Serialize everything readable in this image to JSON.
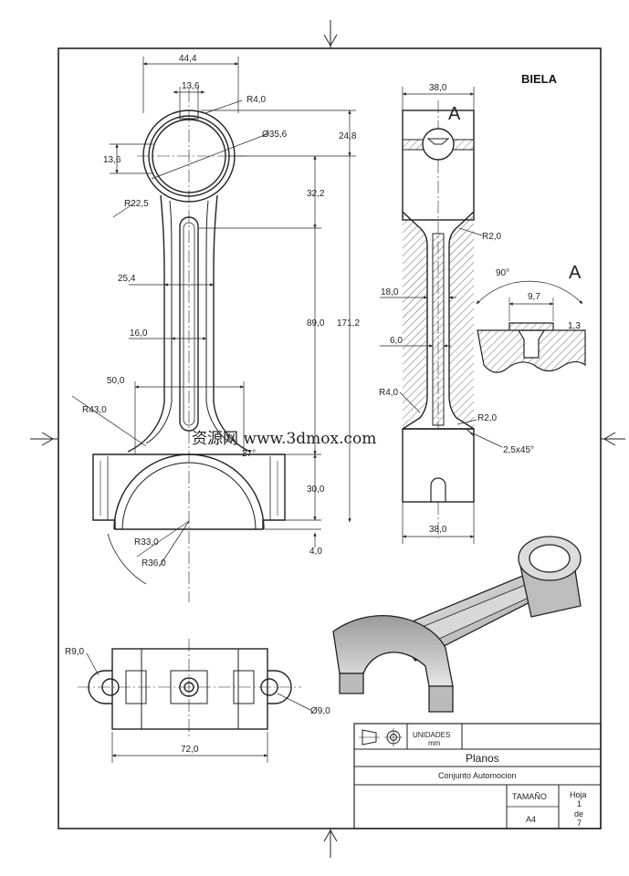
{
  "drawing": {
    "title": "BIELA",
    "section_label": "A",
    "watermark": "资源网 www.3dmox.com"
  },
  "front_view": {
    "dims": {
      "width_top": "44,4",
      "width_inner": "13,6",
      "fillet_top": "R4,0",
      "bore_dia": "Ø35,6",
      "offset_top": "24,8",
      "left_13_6": "13,6",
      "radius_boss": "R22,5",
      "dist_32_2": "32,2",
      "shank_25_4": "25,4",
      "length_89": "89,0",
      "total_171_2": "171,2",
      "slot_16": "16,0",
      "w_50": "50,0",
      "r_43": "R43,0",
      "angle_27": "27°",
      "h_30": "30,0",
      "h_4": "4,0",
      "r_33": "R33,0",
      "r_36": "R36,0"
    }
  },
  "side_view": {
    "dims": {
      "width_38_top": "38,0",
      "r2_top": "R2,0",
      "web_18": "18,0",
      "web_6": "6,0",
      "r4": "R4,0",
      "r2_bottom": "R2,0",
      "chamfer": "2,5x45°",
      "width_38_bottom": "38,0"
    }
  },
  "detail_a": {
    "angle": "90°",
    "width": "9,7",
    "depth": "1,3"
  },
  "bottom_view": {
    "dims": {
      "r9": "R9,0",
      "dia9": "Ø9,0",
      "width_72": "72,0"
    }
  },
  "title_block": {
    "units_label": "UNIDADES",
    "units_value": "mm",
    "name": "Planos",
    "subtitle": "Conjunto Automocion",
    "size_label": "TAMAÑO",
    "size_value": "A4",
    "sheet_label": "Hoja",
    "sheet_num": "1",
    "sheet_of": "de",
    "sheet_total": "7"
  }
}
